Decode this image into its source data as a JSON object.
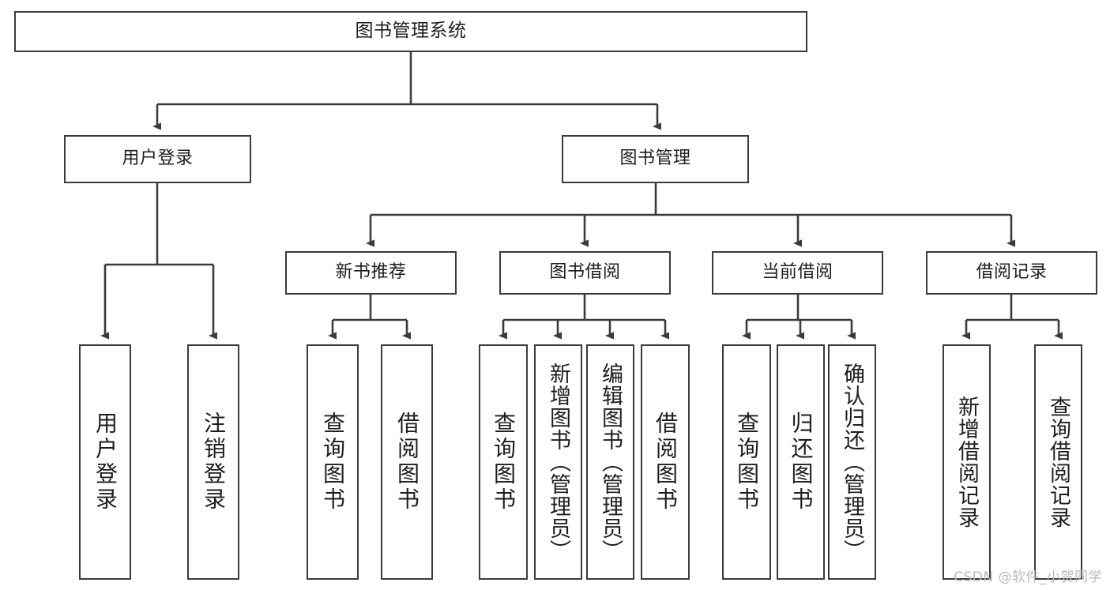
{
  "diagram": {
    "title": "图书管理系统",
    "type": "tree",
    "watermark": "CSDN @软件_小贺同学",
    "stroke_color": "#3b3b3b",
    "fill_color": "#ffffff",
    "text_color": "#1d1d1d",
    "watermark_color": "#b9b9b9"
  },
  "nodes": {
    "root": {
      "label": "图书管理系统"
    },
    "level1": [
      {
        "id": "user-login",
        "label": "用户登录"
      },
      {
        "id": "book-manage",
        "label": "图书管理"
      }
    ],
    "level2": [
      {
        "id": "new-book-recommend",
        "label": "新书推荐"
      },
      {
        "id": "book-borrow",
        "label": "图书借阅"
      },
      {
        "id": "current-borrow",
        "label": "当前借阅"
      },
      {
        "id": "borrow-record",
        "label": "借阅记录"
      }
    ],
    "leaves": [
      {
        "id": "leaf-user-login",
        "label": "用户登录",
        "parent": "user-login"
      },
      {
        "id": "leaf-logout",
        "label": "注销登录",
        "parent": "user-login"
      },
      {
        "id": "leaf-query-book-1",
        "label": "查询图书",
        "parent": "new-book-recommend"
      },
      {
        "id": "leaf-borrow-book-1",
        "label": "借阅图书",
        "parent": "new-book-recommend"
      },
      {
        "id": "leaf-query-book-2",
        "label": "查询图书",
        "parent": "book-borrow"
      },
      {
        "id": "leaf-add-book",
        "label": "新增图书（管理员）",
        "parent": "book-borrow"
      },
      {
        "id": "leaf-edit-book",
        "label": "编辑图书（管理员）",
        "parent": "book-borrow"
      },
      {
        "id": "leaf-borrow-book-2",
        "label": "借阅图书",
        "parent": "book-borrow"
      },
      {
        "id": "leaf-query-book-3",
        "label": "查询图书",
        "parent": "current-borrow"
      },
      {
        "id": "leaf-return-book",
        "label": "归还图书",
        "parent": "current-borrow"
      },
      {
        "id": "leaf-confirm-return",
        "label": "确认归还（管理员）",
        "parent": "current-borrow"
      },
      {
        "id": "leaf-add-record",
        "label": "新增借阅记录",
        "parent": "borrow-record"
      },
      {
        "id": "leaf-query-record",
        "label": "查询借阅记录",
        "parent": "borrow-record"
      }
    ]
  }
}
